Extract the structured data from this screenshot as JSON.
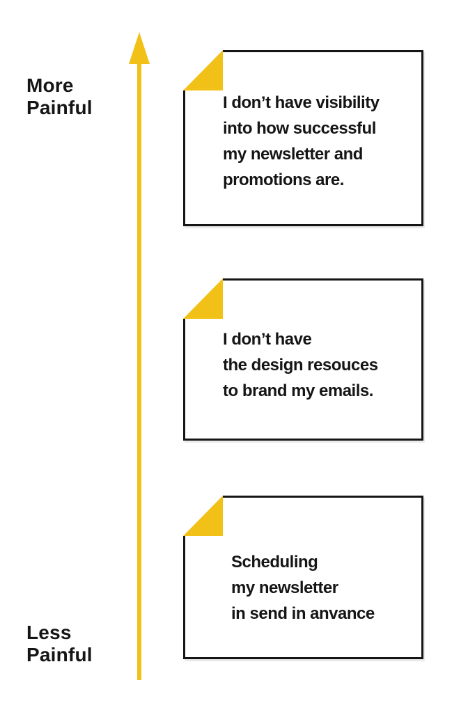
{
  "diagram": {
    "axis": {
      "top_label": {
        "line1": "More",
        "line2": "Painful"
      },
      "bottom_label": {
        "line1": "Less",
        "line2": "Painful"
      }
    },
    "cards": [
      {
        "lines": [
          "I don’t have visibility",
          "into how successful",
          "my newsletter and",
          "promotions are."
        ]
      },
      {
        "lines": [
          "I don’t have",
          "the design resouces",
          "to brand my emails."
        ]
      },
      {
        "lines": [
          "Scheduling",
          "my newsletter",
          "in send in anvance"
        ]
      }
    ],
    "colors": {
      "accent_yellow": "#F2C117",
      "ink": "#151515"
    }
  }
}
